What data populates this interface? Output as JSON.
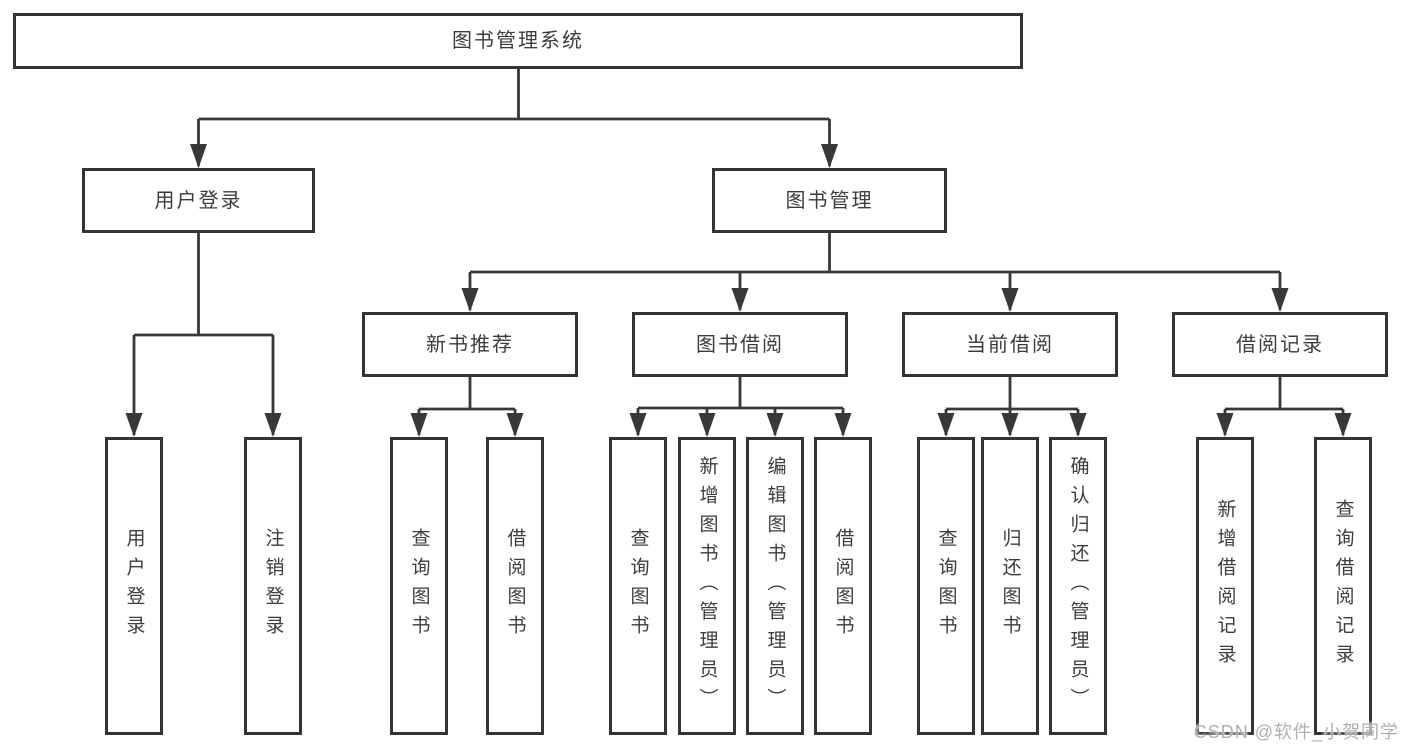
{
  "diagram": {
    "root_label": "图书管理系统",
    "branches": [
      {
        "label": "用户登录",
        "children": [
          "用户登录",
          "注销登录"
        ]
      },
      {
        "label": "图书管理",
        "children": [
          {
            "label": "新书推荐",
            "children": [
              "查询图书",
              "借阅图书"
            ]
          },
          {
            "label": "图书借阅",
            "children": [
              "查询图书",
              "新增图书（管理员）",
              "编辑图书（管理员）",
              "借阅图书"
            ]
          },
          {
            "label": "当前借阅",
            "children": [
              "查询图书",
              "归还图书",
              "确认归还（管理员）"
            ]
          },
          {
            "label": "借阅记录",
            "children": [
              "新增借阅记录",
              "查询借阅记录"
            ]
          }
        ]
      }
    ]
  },
  "watermark": {
    "text": "CSDN @软件_小贺同学"
  },
  "colors": {
    "line": "#383838",
    "box_border": "#343434",
    "box_background": "#ffffff",
    "text": "#3d3d3d",
    "watermark": "#b0b0b0"
  }
}
